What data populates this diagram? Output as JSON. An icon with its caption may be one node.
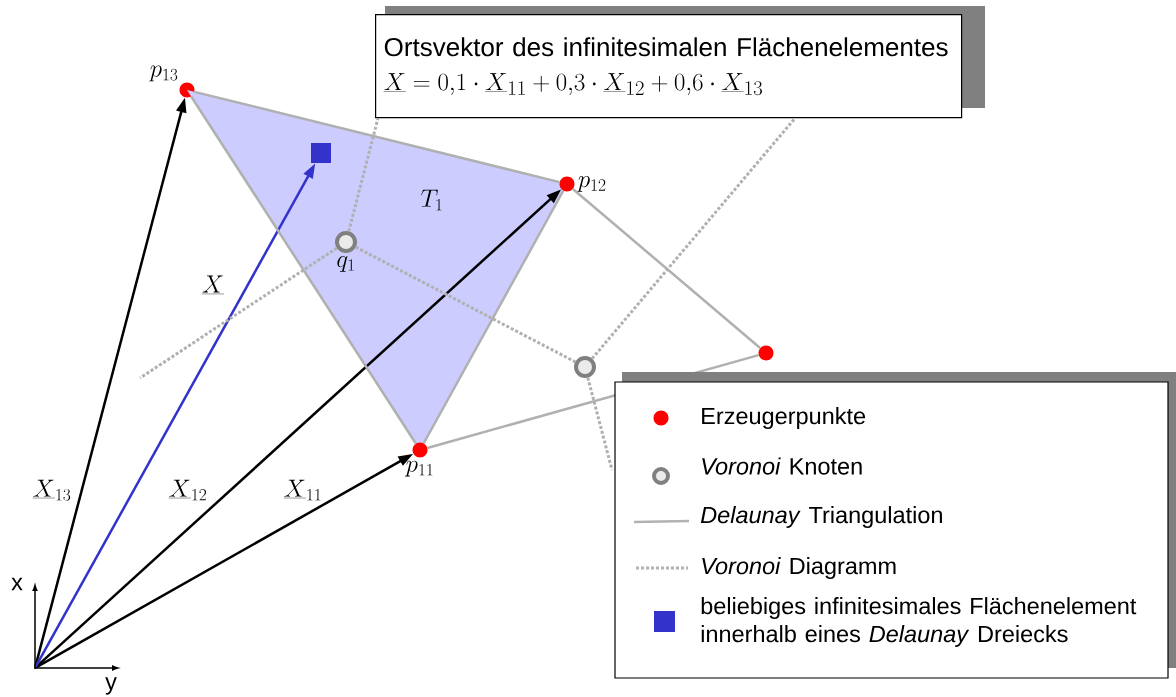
{
  "diagram": {
    "nodes": [
      {
        "text": [
          "Ortsvektor des infinitesimalen Flächenelementes",
          "\\underline{X}=0{,}1\\cdot\\underline{X}_{11}+0{,}3\\cdot\\underline{X}_{12}+0{,}6\\cdot\\underline{X}_{13}"
        ]
      },
      {
        "text": [
          "p_{13}"
        ]
      },
      {
        "text": [
          "T_1"
        ]
      },
      {
        "text": [],
        "shape": "box",
        "in": 2
      },
      {
        "text": [
          "p_{12}"
        ]
      },
      {
        "text": [
          "q_1"
        ],
        "in": 2
      },
      {
        "text": [],
        "shape": "circle"
      },
      {
        "text": [],
        "shape": "circle"
      },
      {
        "text": [
          "p_{11}"
        ]
      },
      {
        "text": [],
        "shape": "point"
      }
    ],
    "edges": [
      {
        "from": 9,
        "to": 8,
        "arrow": "to",
        "label": "\\underline{X}_{11}",
        "color": "#000000"
      },
      {
        "from": 9,
        "to": 4,
        "arrow": "to",
        "label": "\\underline{X}_{12}",
        "color": "#000000"
      },
      {
        "from": 9,
        "to": 1,
        "arrow": "to",
        "label": "\\underline{X}_{13}",
        "color": "#000000"
      },
      {
        "from": 9,
        "to": 3,
        "arrow": "to",
        "label": "\\underline{X}",
        "color": "#3333cc"
      },
      {
        "from": 1,
        "to": 4,
        "arrow": "none"
      },
      {
        "from": 4,
        "to": 8,
        "arrow": "none"
      },
      {
        "from": 8,
        "to": 1,
        "arrow": "none"
      },
      {
        "from": 4,
        "to": 7,
        "arrow": "none"
      },
      {
        "from": 7,
        "to": 8,
        "arrow": "none"
      },
      {
        "from": 5,
        "to": 6,
        "arrow": "none",
        "style": "dashed"
      },
      {
        "from": 5,
        "to": 0,
        "arrow": "none",
        "style": "dashed"
      },
      {
        "from": 5,
        "to": null,
        "arrow": "none",
        "style": "dashed"
      },
      {
        "from": 6,
        "to": 0,
        "arrow": "none",
        "style": "dashed"
      },
      {
        "from": 6,
        "to": null,
        "arrow": "none",
        "style": "dashed"
      }
    ],
    "labels": [
      "x",
      "y"
    ],
    "legend": [
      {
        "text": "Erzeugerpunkte",
        "color": "#ff0000"
      },
      {
        "text": "*Voronoi* Knoten"
      },
      {
        "text": "*Delaunay* Triangulation"
      },
      {
        "text": "*Voronoi* Diagramm"
      },
      {
        "text": "beliebiges infinitesimales Flächenelement innerhalb eines *Delaunay* Dreiecks",
        "color": "#3333cc"
      }
    ]
  }
}
